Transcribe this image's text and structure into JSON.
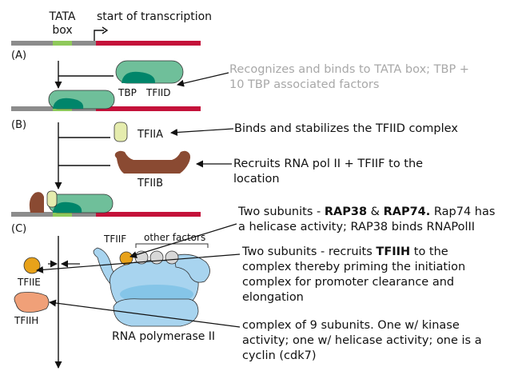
{
  "labels": {
    "tata_box_line1": "TATA",
    "tata_box_line2": "box",
    "start_transcription": "start of transcription",
    "panel_a": "(A)",
    "panel_b": "(B)",
    "panel_c": "(C)",
    "tbp": "TBP",
    "tfiid": "TFIID",
    "tfiia": "TFIIA",
    "tfiib": "TFIIB",
    "tfiif": "TFIIF",
    "other_factors": "other factors",
    "tfiie": "TFIIE",
    "tfiih": "TFIIH",
    "rna_pol": "RNA polymerase II"
  },
  "annotations": {
    "tfiid": [
      "Recognizes and binds to TATA box; TBP +",
      "10 TBP associated factors"
    ],
    "tfiia": [
      "Binds and stabilizes the TFIID complex"
    ],
    "tfiib": [
      "Recruits RNA pol II + TFIIF to the",
      "location"
    ],
    "tfiif": {
      "line1_pre": "Two subunits - ",
      "bold1": "RAP38",
      "mid": " & ",
      "bold2": "RAP74.",
      "line1_post": " Rap74 has",
      "line2": "a helicase activity; RAP38 binds RNAPolII"
    },
    "tfiie": {
      "line1_pre": "Two subunits - recruits ",
      "bold": "TFIIH",
      "line1_post": " to the",
      "line2": "complex thereby priming the initiation",
      "line3": "complex for promoter clearance and",
      "line4": "elongation"
    },
    "tfiih": [
      "complex of 9 subunits. One w/ kinase",
      "activity; one w/ helicase activity; one is a",
      "cyclin (cdk7)"
    ]
  },
  "colors": {
    "dna_gray": "#8c8c8c",
    "tata_green": "#8fc95a",
    "coding_red": "#c4123a",
    "tfiid_fill": "#6fbf9a",
    "tbp_fill": "#00856a",
    "tfiia_fill": "#e5ecae",
    "tfiib_fill": "#8a4a32",
    "tfiie_fill": "#e8a21a",
    "tfiih_fill": "#f0a078",
    "polymerase": "#a8d4ef",
    "other_factor": "#d8d8d8"
  }
}
